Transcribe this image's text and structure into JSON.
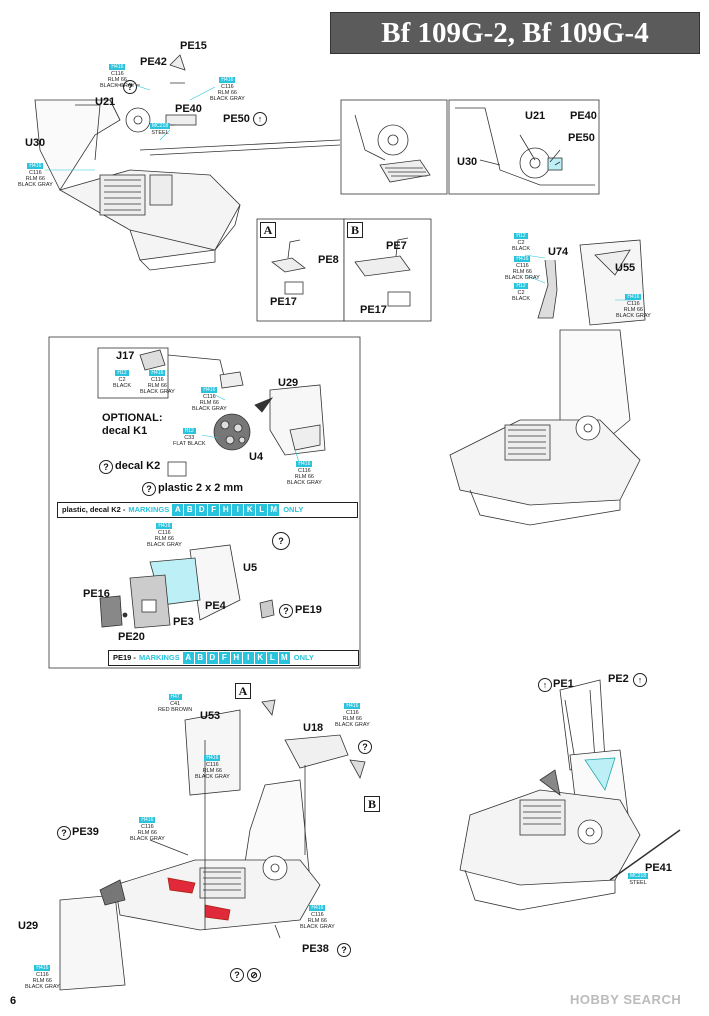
{
  "header": {
    "title": "Bf 109G-2, Bf 109G-4"
  },
  "page_number": "6",
  "watermark": {
    "brand": "HOBBY SEARCH"
  },
  "box_labels": {
    "a": "A",
    "b": "B"
  },
  "optional_symbol": "?",
  "section1": {
    "labels": {
      "pe15": "PE15",
      "pe42": "PE42",
      "u21": "U21",
      "pe40": "PE40",
      "pe50": "PE50",
      "u30": "U30"
    },
    "colors": {
      "c116_a": {
        "code": "H416",
        "lines": [
          "C116",
          "RLM 66",
          "BLACK GRAY"
        ]
      },
      "c116_b": {
        "code": "H416",
        "lines": [
          "C116",
          "RLM 66",
          "BLACK GRAY"
        ]
      },
      "steel": {
        "code": "MC218",
        "lines": [
          "STEEL"
        ]
      },
      "c116_c": {
        "code": "H416",
        "lines": [
          "C116",
          "RLM 66",
          "BLACK GRAY"
        ]
      }
    },
    "detail": {
      "u21": "U21",
      "pe40": "PE40",
      "pe50": "PE50",
      "u30": "U30"
    }
  },
  "variants": {
    "a": {
      "pe8": "PE8",
      "pe17": "PE17"
    },
    "b": {
      "pe7": "PE7",
      "pe17": "PE17"
    }
  },
  "section2": {
    "labels": {
      "u74": "U74",
      "u55": "U55"
    },
    "colors": {
      "black_a": {
        "code": "H12",
        "lines": [
          "C2",
          "BLACK"
        ]
      },
      "c116": {
        "code": "H416",
        "lines": [
          "C116",
          "RLM 66",
          "BLACK GRAY"
        ]
      },
      "black_b": {
        "code": "H12",
        "lines": [
          "C2",
          "BLACK"
        ]
      },
      "c116_u55": {
        "code": "H416",
        "lines": [
          "C116",
          "RLM 66",
          "BLACK GRAY"
        ]
      }
    }
  },
  "panel": {
    "labels": {
      "j17": "J17",
      "u29": "U29",
      "optional": "OPTIONAL:",
      "decal_k1": "decal K1",
      "decal_k2": "decal K2",
      "plastic": "plastic 2 x 2 mm",
      "u4": "U4",
      "u5": "U5",
      "pe16": "PE16",
      "pe3": "PE3",
      "pe4": "PE4",
      "pe19": "PE19",
      "pe20": "PE20"
    },
    "colors": {
      "j17_black": {
        "code": "H12",
        "lines": [
          "C2",
          "BLACK"
        ]
      },
      "j17_gray": {
        "code": "H416",
        "lines": [
          "C116",
          "RLM 66",
          "BLACK GRAY"
        ]
      },
      "u4_gray": {
        "code": "H416",
        "lines": [
          "C116",
          "RLM 66",
          "BLACK GRAY"
        ]
      },
      "flat_black": {
        "code": "H12",
        "lines": [
          "C33",
          "FLAT BLACK"
        ]
      },
      "u29_gray": {
        "code": "H416",
        "lines": [
          "C116",
          "RLM 66",
          "BLACK GRAY"
        ]
      },
      "u5_gray": {
        "code": "H416",
        "lines": [
          "C116",
          "RLM 66",
          "BLACK GRAY"
        ]
      }
    },
    "strip1": {
      "prefix": "plastic, decal K2 - ",
      "word": "MARKINGS",
      "letters": [
        "A",
        "B",
        "D",
        "F",
        "H",
        "I",
        "K",
        "L",
        "M"
      ],
      "suffix": "ONLY"
    },
    "strip2": {
      "prefix": "PE19 - ",
      "word": "MARKINGS",
      "letters": [
        "A",
        "B",
        "D",
        "F",
        "H",
        "I",
        "K",
        "L",
        "M"
      ],
      "suffix": "ONLY"
    }
  },
  "section3": {
    "labels": {
      "u53": "U53",
      "u18": "U18",
      "pe39": "PE39",
      "u29": "U29",
      "pe38": "PE38"
    },
    "colors": {
      "red_brown": {
        "code": "H47",
        "lines": [
          "C41",
          "RED BROWN"
        ]
      },
      "u53_gray": {
        "code": "H416",
        "lines": [
          "C116",
          "RLM 66",
          "BLACK GRAY"
        ]
      },
      "u18_gray": {
        "code": "H416",
        "lines": [
          "C116",
          "RLM 66",
          "BLACK GRAY"
        ]
      },
      "pe39_gray": {
        "code": "H416",
        "lines": [
          "C116",
          "RLM 66",
          "BLACK GRAY"
        ]
      },
      "pe38_gray": {
        "code": "H416",
        "lines": [
          "C116",
          "RLM 66",
          "BLACK GRAY"
        ]
      },
      "u29_gray": {
        "code": "H416",
        "lines": [
          "C116",
          "RLM 66",
          "BLACK GRAY"
        ]
      }
    }
  },
  "section4": {
    "labels": {
      "pe1": "PE1",
      "pe2": "PE2",
      "pe41": "PE41"
    },
    "colors": {
      "steel": {
        "code": "MC218",
        "lines": [
          "STEEL"
        ]
      }
    }
  }
}
